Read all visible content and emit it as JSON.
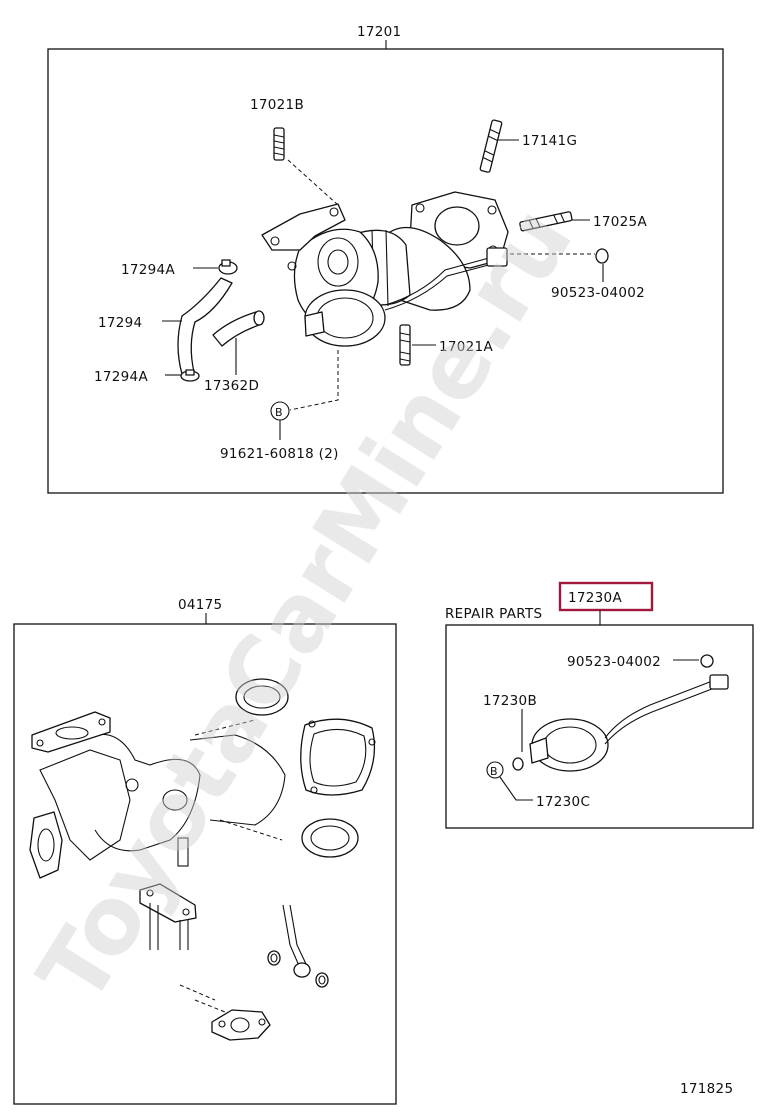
{
  "watermark": "ToyotaCarMine.ru",
  "assembly": {
    "number": "17201",
    "labels": {
      "p17021B": "17021B",
      "p17141G": "17141G",
      "p17025A": "17025A",
      "p17294A_top": "17294A",
      "p17294": "17294",
      "p17294A_bottom": "17294A",
      "p17362D": "17362D",
      "p90523": "90523-04002",
      "p17021A": "17021A",
      "bolt_marker": "B",
      "p91621": "91621-60818 (2)"
    }
  },
  "gasket_kit": {
    "number": "04175"
  },
  "repair_parts": {
    "caption": "REPAIR PARTS",
    "number": "17230A",
    "highlight_color": "#a0183c",
    "labels": {
      "p90523": "90523-04002",
      "p17230B": "17230B",
      "p17230C": "17230C",
      "marker": "B"
    }
  },
  "figure_number": "171825"
}
